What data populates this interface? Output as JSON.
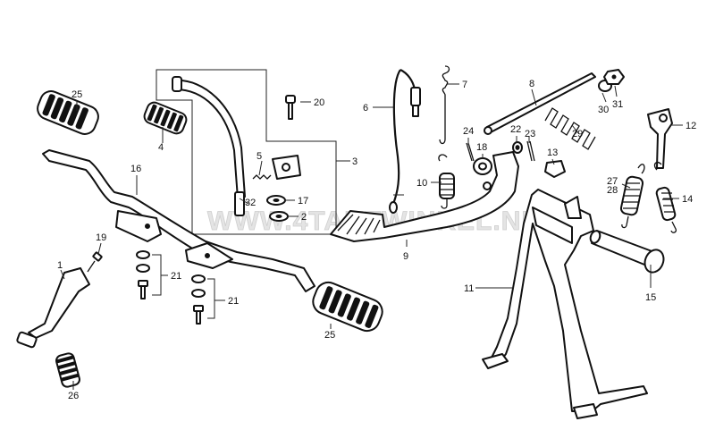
{
  "watermark": "WWW.4TAKTWINKEL.NL",
  "labels": {
    "p1": "1",
    "p2": "2",
    "p3": "3",
    "p4": "4",
    "p5": "5",
    "p6": "6",
    "p7": "7",
    "p8": "8",
    "p9": "9",
    "p10": "10",
    "p11": "11",
    "p12": "12",
    "p13": "13",
    "p14": "14",
    "p15": "15",
    "p16": "16",
    "p17": "17",
    "p18": "18",
    "p19": "19",
    "p20": "20",
    "p21a": "21",
    "p21b": "21",
    "p22": "22",
    "p23": "23",
    "p24": "24",
    "p25a": "25",
    "p25b": "25",
    "p26": "26",
    "p27": "27",
    "p28": "28",
    "p29": "29",
    "p30": "30",
    "p31": "31",
    "p32": "32"
  }
}
